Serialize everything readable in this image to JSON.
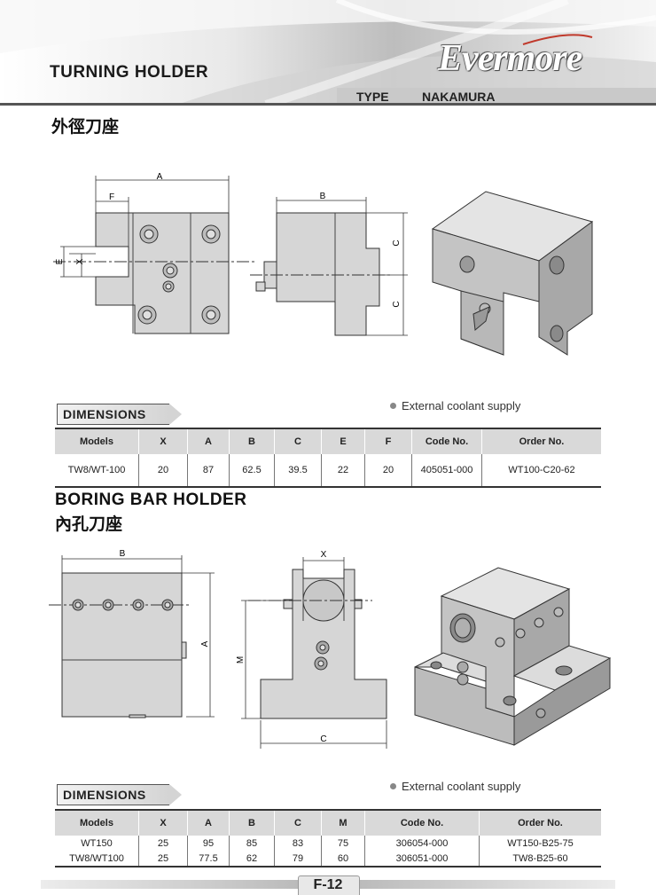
{
  "header": {
    "title": "TURNING HOLDER",
    "brand": "Evermore",
    "type_label": "TYPE",
    "type_value": "NAKAMURA"
  },
  "section1": {
    "title_cn": "外徑刀座",
    "drawing_labels": {
      "a": "A",
      "f": "F",
      "e": "E",
      "x": "X",
      "b": "B",
      "c1": "C",
      "c2": "C"
    },
    "dimensions_label": "DIMENSIONS",
    "note": "External coolant supply",
    "table": {
      "headers": [
        "Models",
        "X",
        "A",
        "B",
        "C",
        "E",
        "F",
        "Code No.",
        "Order No."
      ],
      "rows": [
        [
          "TW8/WT-100",
          "20",
          "87",
          "62.5",
          "39.5",
          "22",
          "20",
          "405051-000",
          "WT100-C20-62"
        ]
      ]
    }
  },
  "section2": {
    "title": "BORING BAR HOLDER",
    "title_cn": "內孔刀座",
    "drawing_labels": {
      "b": "B",
      "a": "A",
      "x": "X",
      "m": "M",
      "c": "C"
    },
    "dimensions_label": "DIMENSIONS",
    "note": "External coolant supply",
    "table": {
      "headers": [
        "Models",
        "X",
        "A",
        "B",
        "C",
        "M",
        "Code No.",
        "Order No."
      ],
      "rows": [
        [
          "WT150",
          "25",
          "95",
          "85",
          "83",
          "75",
          "306054-000",
          "WT150-B25-75"
        ],
        [
          "TW8/WT100",
          "25",
          "77.5",
          "62",
          "79",
          "60",
          "306051-000",
          "TW8-B25-60"
        ]
      ]
    }
  },
  "footer": {
    "page": "F-12"
  },
  "colors": {
    "part_fill": "#d6d6d6",
    "part_stroke": "#333333",
    "header_bar": "#c9c9c9"
  }
}
